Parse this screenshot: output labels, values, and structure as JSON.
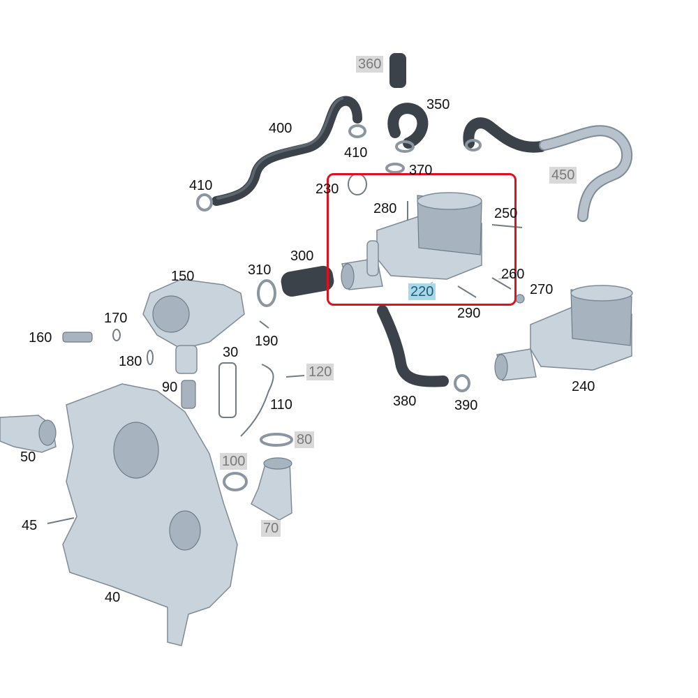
{
  "diagram": {
    "highlight_color": "#e0101f",
    "selected_color": "#a9d8ea",
    "ghost_color": "#d9d9d9",
    "callouts": {
      "c360": "360",
      "c350": "350",
      "c400": "400",
      "c410a": "410",
      "c410b": "410",
      "c370": "370",
      "c230": "230",
      "c280": "280",
      "c250": "250",
      "c450": "450",
      "c300": "300",
      "c220": "220",
      "c260": "260",
      "c270": "270",
      "c290": "290",
      "c150": "150",
      "c310": "310",
      "c170": "170",
      "c160": "160",
      "c190": "190",
      "c180": "180",
      "c30": "30",
      "c120": "120",
      "c90": "90",
      "c110": "110",
      "c380": "380",
      "c390": "390",
      "c240": "240",
      "c80": "80",
      "c50": "50",
      "c100": "100",
      "c70": "70",
      "c45": "45",
      "c40": "40"
    }
  }
}
